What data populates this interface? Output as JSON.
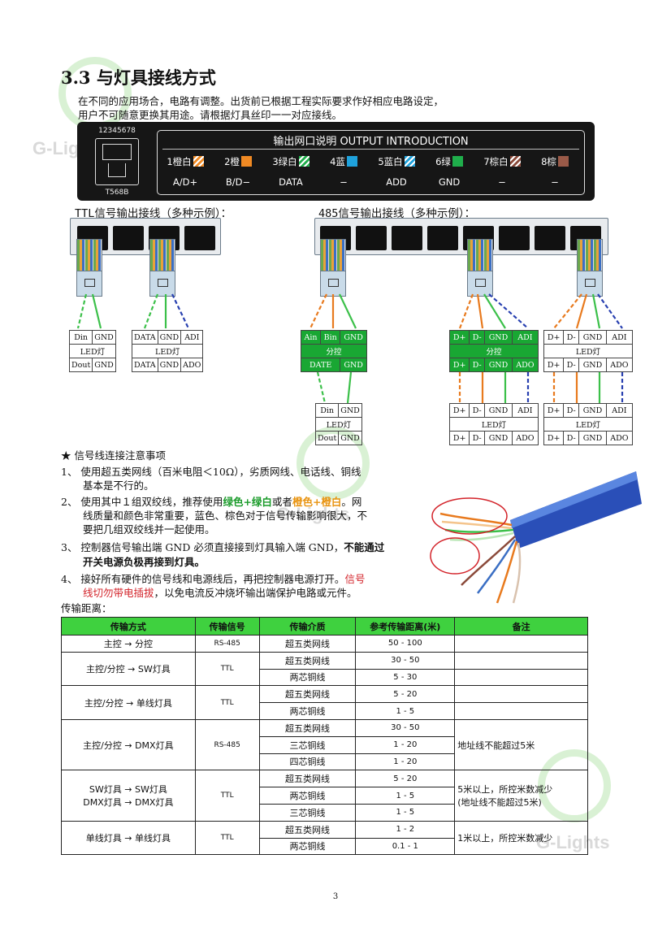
{
  "watermark": {
    "text": "G-Lights"
  },
  "title": "3.3 与灯具接线方式",
  "intro": [
    "在不同的应用场合，电路有调整。出货前已根据工程实际要求作好相应电路设定，",
    "用户不可随意更换其用途。请根据灯具丝印一一对应接线。"
  ],
  "pin_panel": {
    "rj_top": "12345678",
    "rj_label": "T568B",
    "heading": "输出网口说明 OUTPUT INTRODUCTION",
    "pins": [
      {
        "label": "1橙白",
        "color": "#f08a24",
        "striped": true
      },
      {
        "label": "2橙",
        "color": "#f08a24",
        "striped": false
      },
      {
        "label": "3绿白",
        "color": "#1fae4b",
        "striped": true
      },
      {
        "label": "4蓝",
        "color": "#1fa2dc",
        "striped": false
      },
      {
        "label": "5蓝白",
        "color": "#1fa2dc",
        "striped": true
      },
      {
        "label": "6绿",
        "color": "#1fae4b",
        "striped": false
      },
      {
        "label": "7棕白",
        "color": "#8b4a3a",
        "striped": true
      },
      {
        "label": "8棕",
        "color": "#9a5a48",
        "striped": false
      }
    ],
    "functions": [
      "A/D+",
      "B/D−",
      "DATA",
      "−",
      "ADD",
      "GND",
      "−",
      "−"
    ]
  },
  "ttl_heading": "TTL信号输出接线（多种示例）：",
  "rs485_heading": "485信号输出接线（多种示例）：",
  "ttl_blocks": [
    {
      "rows": [
        [
          "Din",
          "GND"
        ],
        [
          "LED灯"
        ],
        [
          "Dout",
          "GND"
        ]
      ]
    },
    {
      "rows": [
        [
          "DATA",
          "GND",
          "ADI"
        ],
        [
          "LED灯"
        ],
        [
          "DATA",
          "GND",
          "ADO"
        ]
      ]
    }
  ],
  "rs485_blocks": {
    "sub1": {
      "rows": [
        [
          "Ain",
          "Bin",
          "GND"
        ],
        [
          "分控"
        ],
        [
          "DATE",
          "GND"
        ]
      ]
    },
    "sub1_lamp": {
      "rows": [
        [
          "Din",
          "GND"
        ],
        [
          "LED灯"
        ],
        [
          "Dout",
          "GND"
        ]
      ]
    },
    "sub2": {
      "rows": [
        [
          "D+",
          "D-",
          "GND",
          "ADI"
        ],
        [
          "分控"
        ],
        [
          "D+",
          "D-",
          "GND",
          "ADO"
        ]
      ]
    },
    "lamp": {
      "rows": [
        [
          "D+",
          "D-",
          "GND",
          "ADI"
        ],
        [
          "LED灯"
        ],
        [
          "D+",
          "D-",
          "GND",
          "ADO"
        ]
      ]
    }
  },
  "notes": {
    "heading": "★  信号线连接注意事项",
    "n1a": "1、  使用超五类网线（百米电阻＜10Ω），劣质网线、电话线、铜线",
    "n1b": "基本是不行的。",
    "n2_pre": "2、  使用其中１组双绞线，推荐使用",
    "n2_green": "绿色+绿白",
    "n2_mid": "或者",
    "n2_orange": "橙色+橙白",
    "n2_post": "。网",
    "n2b": "线质量和颜色非常重要，蓝色、棕色对于信号传输影响很大，不",
    "n2c": "要把几组双绞线并一起使用。",
    "n3_pre": "3、  控制器信号输出端 GND 必须直接接到灯具输入端 GND，",
    "n3_bold": "不能通过",
    "n3b": "开关电源负极再接到灯具。",
    "n4_pre": "4、  接好所有硬件的信号线和电源线后，再把控制器电源打开。",
    "n4_red": "信号",
    "n4b_red": "线切勿带电插拔",
    "n4b_post": "，以免电流反冲烧坏输出端保护电路或元件。"
  },
  "distance_label": "传输距离：",
  "table": {
    "headers": [
      "传输方式",
      "传输信号",
      "传输介质",
      "参考传输距离(米)",
      "备注"
    ],
    "groups": [
      {
        "mode": "主控 → 分控",
        "signal": "RS-485",
        "rows": [
          [
            "超五类网线",
            "50 - 100"
          ]
        ],
        "remark": ""
      },
      {
        "mode": "主控/分控 → SW灯具",
        "signal": "TTL",
        "rows": [
          [
            "超五类网线",
            "30 - 50"
          ],
          [
            "两芯铜线",
            "5 - 30"
          ]
        ],
        "remark": ""
      },
      {
        "mode": "主控/分控 → 单线灯具",
        "signal": "TTL",
        "rows": [
          [
            "超五类网线",
            "5 - 20"
          ],
          [
            "两芯铜线",
            "1 - 5"
          ]
        ],
        "remark": ""
      },
      {
        "mode": "主控/分控 → DMX灯具",
        "signal": "RS-485",
        "rows": [
          [
            "超五类网线",
            "30 - 50"
          ],
          [
            "三芯铜线",
            "1 - 20"
          ],
          [
            "四芯铜线",
            "1 - 20"
          ]
        ],
        "remark": "地址线不能超过5米"
      },
      {
        "mode": "SW灯具 → SW灯具\nDMX灯具 → DMX灯具",
        "signal": "TTL",
        "rows": [
          [
            "超五类网线",
            "5 - 20"
          ],
          [
            "两芯铜线",
            "1 - 5"
          ],
          [
            "三芯铜线",
            "1 - 5"
          ]
        ],
        "remark": "5米以上，所控米数减少\n(地址线不能超过5米)"
      },
      {
        "mode": "单线灯具 → 单线灯具",
        "signal": "TTL",
        "rows": [
          [
            "超五类网线",
            "1 - 2"
          ],
          [
            "两芯铜线",
            "0.1 - 1"
          ]
        ],
        "remark": "1米以上，所控米数减少"
      }
    ]
  },
  "page_number": "3"
}
